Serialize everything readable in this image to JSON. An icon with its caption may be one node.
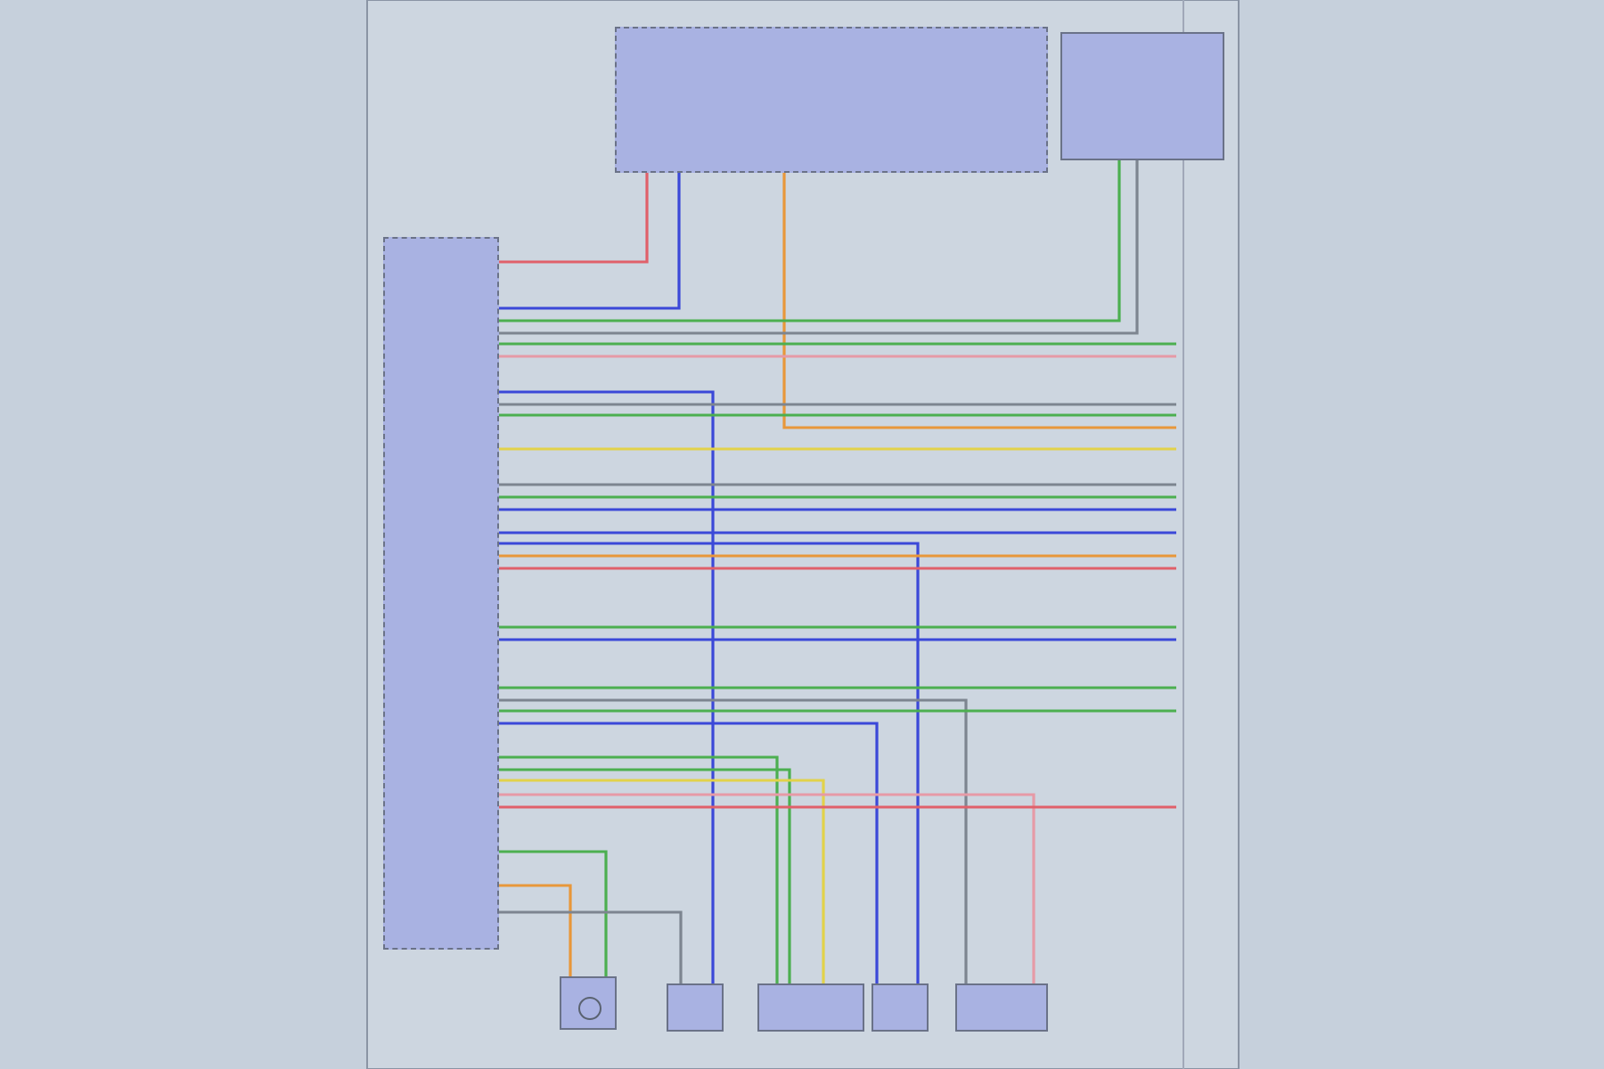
{
  "diagram": {
    "nodes": [
      {
        "text": [],
        "shape": "box"
      },
      {
        "text": [],
        "shape": "box"
      },
      {
        "text": [],
        "shape": "box"
      },
      {
        "text": [],
        "shape": "box"
      },
      {
        "text": [],
        "shape": "box"
      },
      {
        "text": [],
        "shape": "box"
      },
      {
        "text": [],
        "shape": "box"
      },
      {
        "text": [],
        "shape": "box"
      }
    ],
    "edges": [
      {
        "from": 0,
        "to": 2,
        "arrow": "none",
        "color": "#e0606a"
      },
      {
        "from": 0,
        "to": 2,
        "arrow": "none",
        "color": "#3b48d8"
      },
      {
        "from": 0,
        "to": null,
        "arrow": "none",
        "color": "#e8973a"
      },
      {
        "from": 1,
        "to": 2,
        "arrow": "none",
        "color": "#4caf50"
      },
      {
        "from": 1,
        "to": 2,
        "arrow": "none"
      },
      {
        "from": 2,
        "to": null,
        "arrow": "none",
        "color": "#4caf50"
      },
      {
        "from": 2,
        "to": null,
        "arrow": "none",
        "color": "#e69aa6"
      },
      {
        "from": 2,
        "to": 4,
        "arrow": "none",
        "color": "#3b48d8"
      },
      {
        "from": 2,
        "to": null,
        "arrow": "none"
      },
      {
        "from": 2,
        "to": null,
        "arrow": "none",
        "color": "#4caf50"
      },
      {
        "from": 2,
        "to": null,
        "arrow": "none",
        "color": "#e2d24a"
      },
      {
        "from": 2,
        "to": null,
        "arrow": "none"
      },
      {
        "from": 2,
        "to": null,
        "arrow": "none",
        "color": "#4caf50"
      },
      {
        "from": 2,
        "to": null,
        "arrow": "none",
        "color": "#3b48d8"
      },
      {
        "from": 2,
        "to": null,
        "arrow": "none",
        "color": "#3b48d8"
      },
      {
        "from": 2,
        "to": 6,
        "arrow": "none",
        "color": "#3b48d8"
      },
      {
        "from": 2,
        "to": null,
        "arrow": "none",
        "color": "#e8973a"
      },
      {
        "from": 2,
        "to": null,
        "arrow": "none",
        "color": "#e0606a"
      },
      {
        "from": 2,
        "to": null,
        "arrow": "none",
        "color": "#4caf50"
      },
      {
        "from": 2,
        "to": null,
        "arrow": "none",
        "color": "#3b48d8"
      },
      {
        "from": 2,
        "to": null,
        "arrow": "none",
        "color": "#4caf50"
      },
      {
        "from": 2,
        "to": 7,
        "arrow": "none"
      },
      {
        "from": 2,
        "to": null,
        "arrow": "none",
        "color": "#4caf50"
      },
      {
        "from": 2,
        "to": 6,
        "arrow": "none",
        "color": "#3b48d8"
      },
      {
        "from": 2,
        "to": 5,
        "arrow": "none",
        "color": "#4caf50"
      },
      {
        "from": 2,
        "to": 5,
        "arrow": "none",
        "color": "#4caf50"
      },
      {
        "from": 2,
        "to": 5,
        "arrow": "none",
        "color": "#e2d24a"
      },
      {
        "from": 2,
        "to": 7,
        "arrow": "none",
        "color": "#e69aa6"
      },
      {
        "from": 2,
        "to": null,
        "arrow": "none",
        "color": "#e0606a"
      },
      {
        "from": 2,
        "to": 3,
        "arrow": "none",
        "color": "#4caf50"
      },
      {
        "from": 2,
        "to": 3,
        "arrow": "none",
        "color": "#e8973a"
      },
      {
        "from": 2,
        "to": 4,
        "arrow": "none"
      }
    ]
  }
}
